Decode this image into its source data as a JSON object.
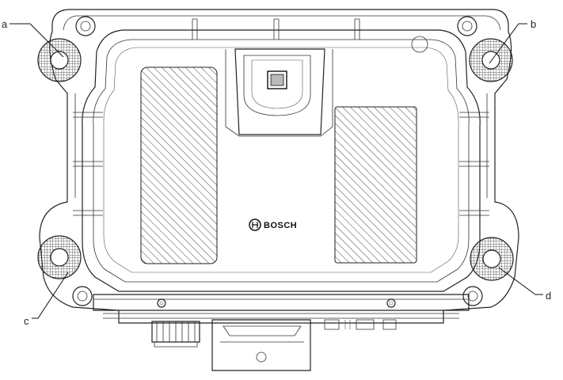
{
  "labels": {
    "a": "a",
    "b": "b",
    "c": "c",
    "d": "d"
  },
  "brand": "BOSCH",
  "colors": {
    "line": "#222222",
    "hatch": "#444444",
    "background": "#ffffff"
  }
}
